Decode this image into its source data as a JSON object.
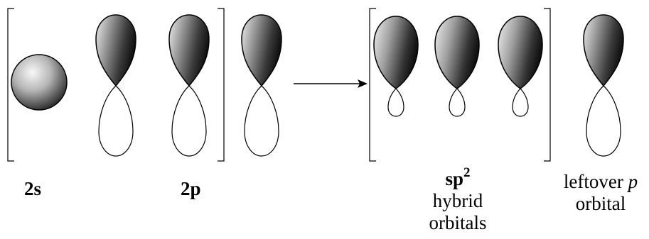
{
  "labels": {
    "s_orbital": "2s",
    "p_orbitals": "2p",
    "hybrid_main": "sp",
    "hybrid_superscript": "2",
    "hybrid_line2": "hybrid",
    "hybrid_line3": "orbitals",
    "leftover_prefix": "leftover ",
    "leftover_italic": "p",
    "leftover_line2": "orbital"
  },
  "colors": {
    "line": "#000000",
    "shade_light": "#f4f4f4",
    "shade_dark": "#1a1a1a",
    "background": "#ffffff"
  }
}
